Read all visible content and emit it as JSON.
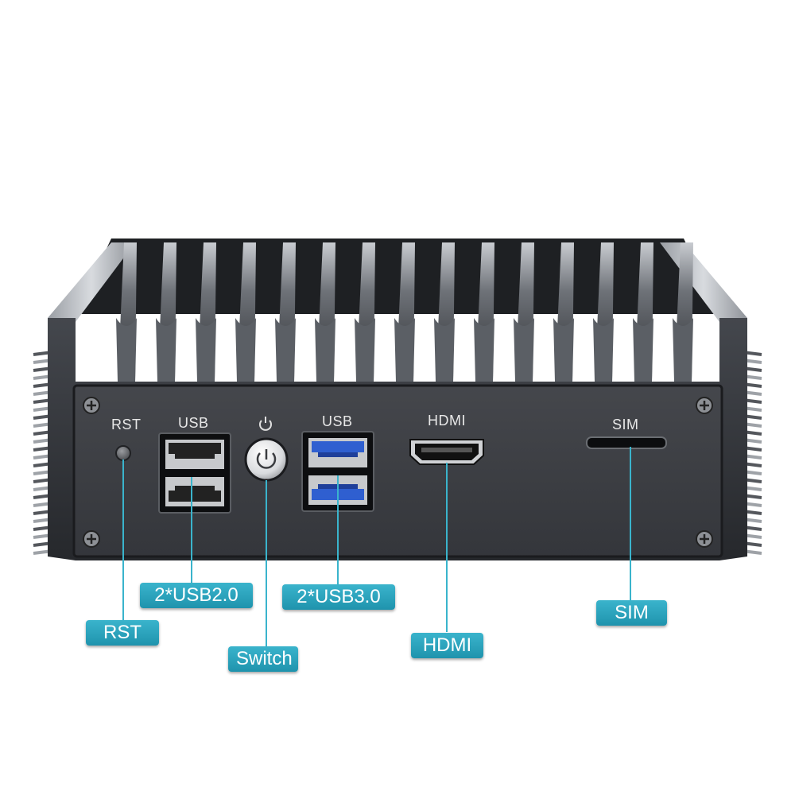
{
  "panel_labels": {
    "rst": "RST",
    "usb_left": "USB",
    "usb_right": "USB",
    "hdmi": "HDMI",
    "sim": "SIM"
  },
  "callouts": {
    "usb2": "2*USB2.0",
    "usb3": "2*USB3.0",
    "rst": "RST",
    "switch": "Switch",
    "hdmi": "HDMI",
    "sim": "SIM"
  },
  "colors": {
    "callout_accent": "#2a9fb8",
    "leader_line": "#3ab4cc",
    "usb3_port": "#2f5fd0",
    "chassis": "#2b2d31",
    "front_panel": "#3b3d42"
  },
  "icons": {
    "power": "power-icon",
    "screw": "screw-icon"
  }
}
